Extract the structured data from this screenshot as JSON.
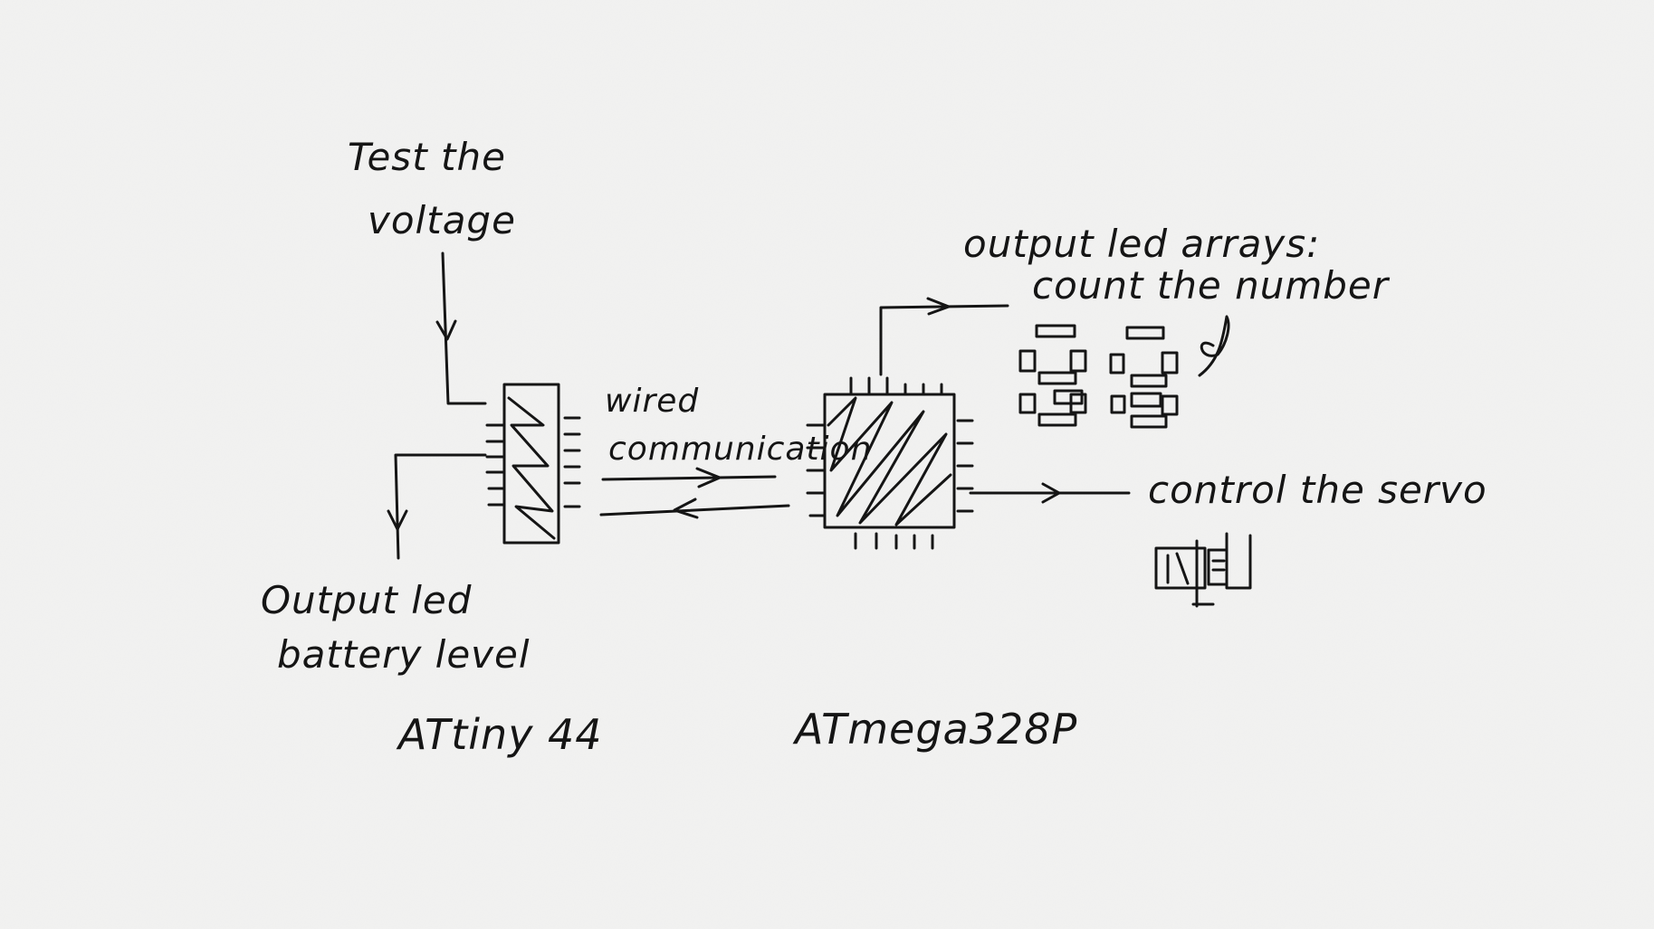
{
  "colors": {
    "paper": "#f2f2f1",
    "ink": "#151515"
  },
  "attiny": {
    "input_label": [
      "Test the",
      "voltage"
    ],
    "output_label": [
      "Output led",
      "battery level"
    ],
    "chip_name": "ATtiny 44"
  },
  "link": {
    "label": [
      "wired",
      "communication"
    ]
  },
  "atmega": {
    "led_label": [
      "output led arrays:",
      "count the number"
    ],
    "servo_label": "control the servo",
    "chip_name": "ATmega328P"
  }
}
